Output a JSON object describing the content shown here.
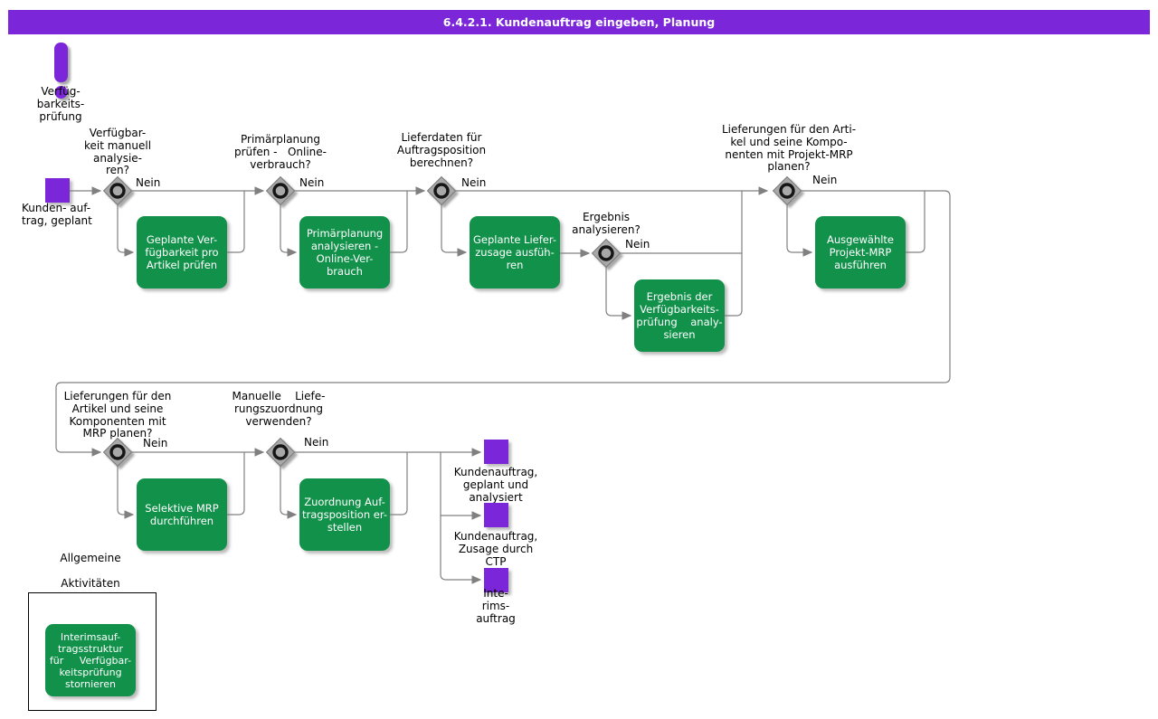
{
  "header": {
    "title": "6.4.2.1. Kundenauftrag eingeben, Planung"
  },
  "colors": {
    "purple": "#7B26D9",
    "green": "#12914B",
    "line": "#808080",
    "gateway_fill": "#A8A8A8"
  },
  "process": {
    "icon_event": {
      "label": "Verfüg-\nbarkeits-\nprüfung"
    },
    "start_event": {
      "label": "Kunden- auf-\ntrag, geplant"
    },
    "gateways": [
      {
        "question": "Verfügbar-\nkeit manuell\nanalysie-\nren?",
        "no_label": "Nein"
      },
      {
        "question": "Primärplanung\nprüfen -   Online-\nverbrauch?",
        "no_label": "Nein"
      },
      {
        "question": "Lieferdaten für\nAuftragsposition\nberechnen?",
        "no_label": "Nein"
      },
      {
        "question": "Ergebnis\nanalysieren?",
        "no_label": "Nein"
      },
      {
        "question": "Lieferungen für den Arti-\nkel und seine Kompo-\nnenten mit Projekt-MRP\nplanen?",
        "no_label": "Nein"
      },
      {
        "question": "Lieferungen für den\nArtikel und seine\nKomponenten mit\nMRP planen?",
        "no_label": "Nein"
      },
      {
        "question": "Manuelle    Liefe-\nrungszuordnung\nverwenden?",
        "no_label": "Nein"
      }
    ],
    "activities": [
      {
        "label": "Geplante Ver-\nfügbarkeit pro\nArtikel prüfen"
      },
      {
        "label": "Primärplanung\nanalysieren -\nOnline-Ver-\nbrauch"
      },
      {
        "label": "Geplante Liefer-\nzusage ausfüh-\nren"
      },
      {
        "label": "Ergebnis der\nVerfügbarkeits-\nprüfung    analy-\nsieren"
      },
      {
        "label": "Ausgewählte\nProjekt-MRP\nausführen"
      },
      {
        "label": "Selektive MRP\ndurchführen"
      },
      {
        "label": "Zuordnung Auf-\ntragsposition er-\nstellen"
      },
      {
        "label": "Interimsauf-\ntragsstruktur\nfür     Verfügbar-\nkeitsprüfung\nstornieren"
      }
    ],
    "end_events": [
      {
        "label": "Kundenauftrag,\ngeplant und\nanalysiert"
      },
      {
        "label": "Kundenauftrag,\nZusage durch\nCTP"
      },
      {
        "label": "Inte-\nrims-\nauftrag"
      }
    ],
    "group": {
      "label_line1": "Allgemeine",
      "label_line2": "Aktivitäten"
    }
  }
}
